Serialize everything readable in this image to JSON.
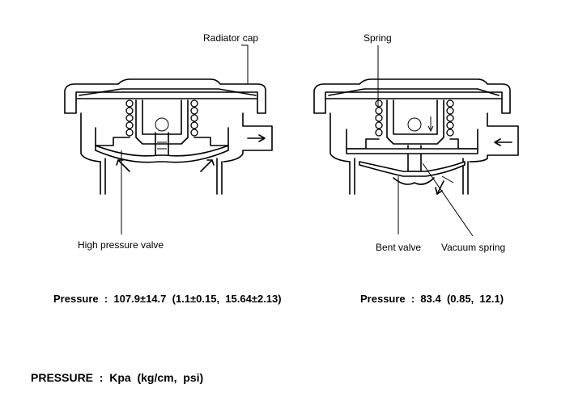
{
  "labels": {
    "radiator_cap": "Radiator cap",
    "high_pressure_valve": "High pressure valve",
    "spring": "Spring",
    "bent_valve": "Bent valve",
    "vacuum_spring": "Vacuum spring"
  },
  "pressure": {
    "left": "Pressure  :  107.9±14.7  (1.1±0.15,  15.64±2.13)",
    "right": "Pressure  :  83.4  (0.85,  12.1)"
  },
  "units_note": "PRESSURE  :  Kpa  (kg/cm,  psi)"
}
